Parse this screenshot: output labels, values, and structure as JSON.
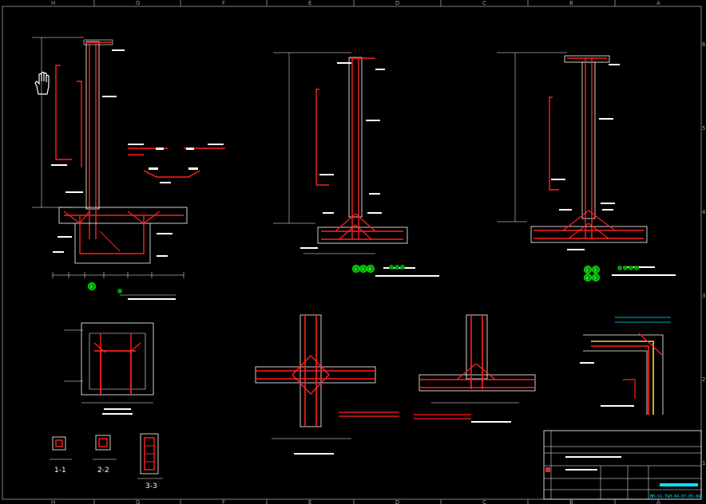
{
  "frame": {
    "columns_top": [
      "H",
      "G",
      "F",
      "E",
      "D",
      "C",
      "B",
      "A"
    ],
    "columns_bottom": [
      "H",
      "G",
      "F",
      "E",
      "D",
      "C",
      "B",
      "A"
    ],
    "rows_right": [
      "6",
      "5",
      "4",
      "3",
      "2",
      "1"
    ]
  },
  "details": {
    "detail1": {
      "bubbles": [
        "1"
      ]
    },
    "detail2": {
      "bubbles": [
        "1",
        "1",
        "6"
      ]
    },
    "detail3": {
      "bubbles": [
        "2",
        "3",
        "4",
        "5"
      ]
    }
  },
  "sections": {
    "s1": "1-1",
    "s2": "2-2",
    "s3": "3-3"
  },
  "title_block": {
    "drawing_no": "BH-S1-TGH-04-07-05-04"
  },
  "colors": {
    "rebar": "#ff2020",
    "outline": "#ffffff",
    "accent_green": "#00ff00",
    "accent_cyan": "#00e5ff",
    "accent_yellow": "#ffd23f"
  },
  "cursor": {
    "icon": "hand-cursor-icon"
  }
}
